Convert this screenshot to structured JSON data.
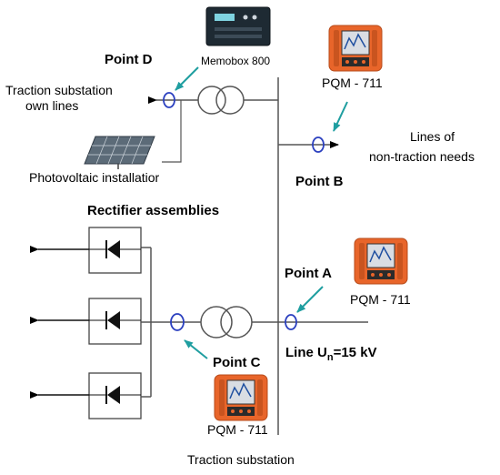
{
  "labels": {
    "point_d": "Point D",
    "memobox": "Memobox 800",
    "pqm_top": "PQM - 711",
    "traction_own_line1": "Traction substation",
    "traction_own_line2": "own lines",
    "lines_of": "Lines  of",
    "non_traction": "non-traction needs",
    "photovoltaic": "Photovoltaic installatior",
    "point_b": "Point B",
    "rectifier": "Rectifier assemblies",
    "point_a": "Point A",
    "pqm_right": "PQM - 711",
    "line_prefix": "Line U",
    "line_sub": "n",
    "line_suffix": "=15 kV",
    "point_c": "Point C",
    "pqm_bottom": "PQM - 711",
    "substation": "Traction substation"
  },
  "colors": {
    "line": "#555555",
    "sensor": "#2a3fbf",
    "arrow_teal": "#1f9ea0",
    "device_orange": "#e8652a",
    "device_screen": "#d9dde3",
    "memobox_body": "#1e2a33",
    "panel": "#5c6b78"
  },
  "icons": {
    "diode": "diode-symbol-icon",
    "transformer": "transformer-symbol-icon",
    "sensor": "current-clamp-icon",
    "pqm": "pqm-analyzer-icon",
    "memobox": "memobox-logger-icon",
    "solar": "solar-panel-icon"
  }
}
